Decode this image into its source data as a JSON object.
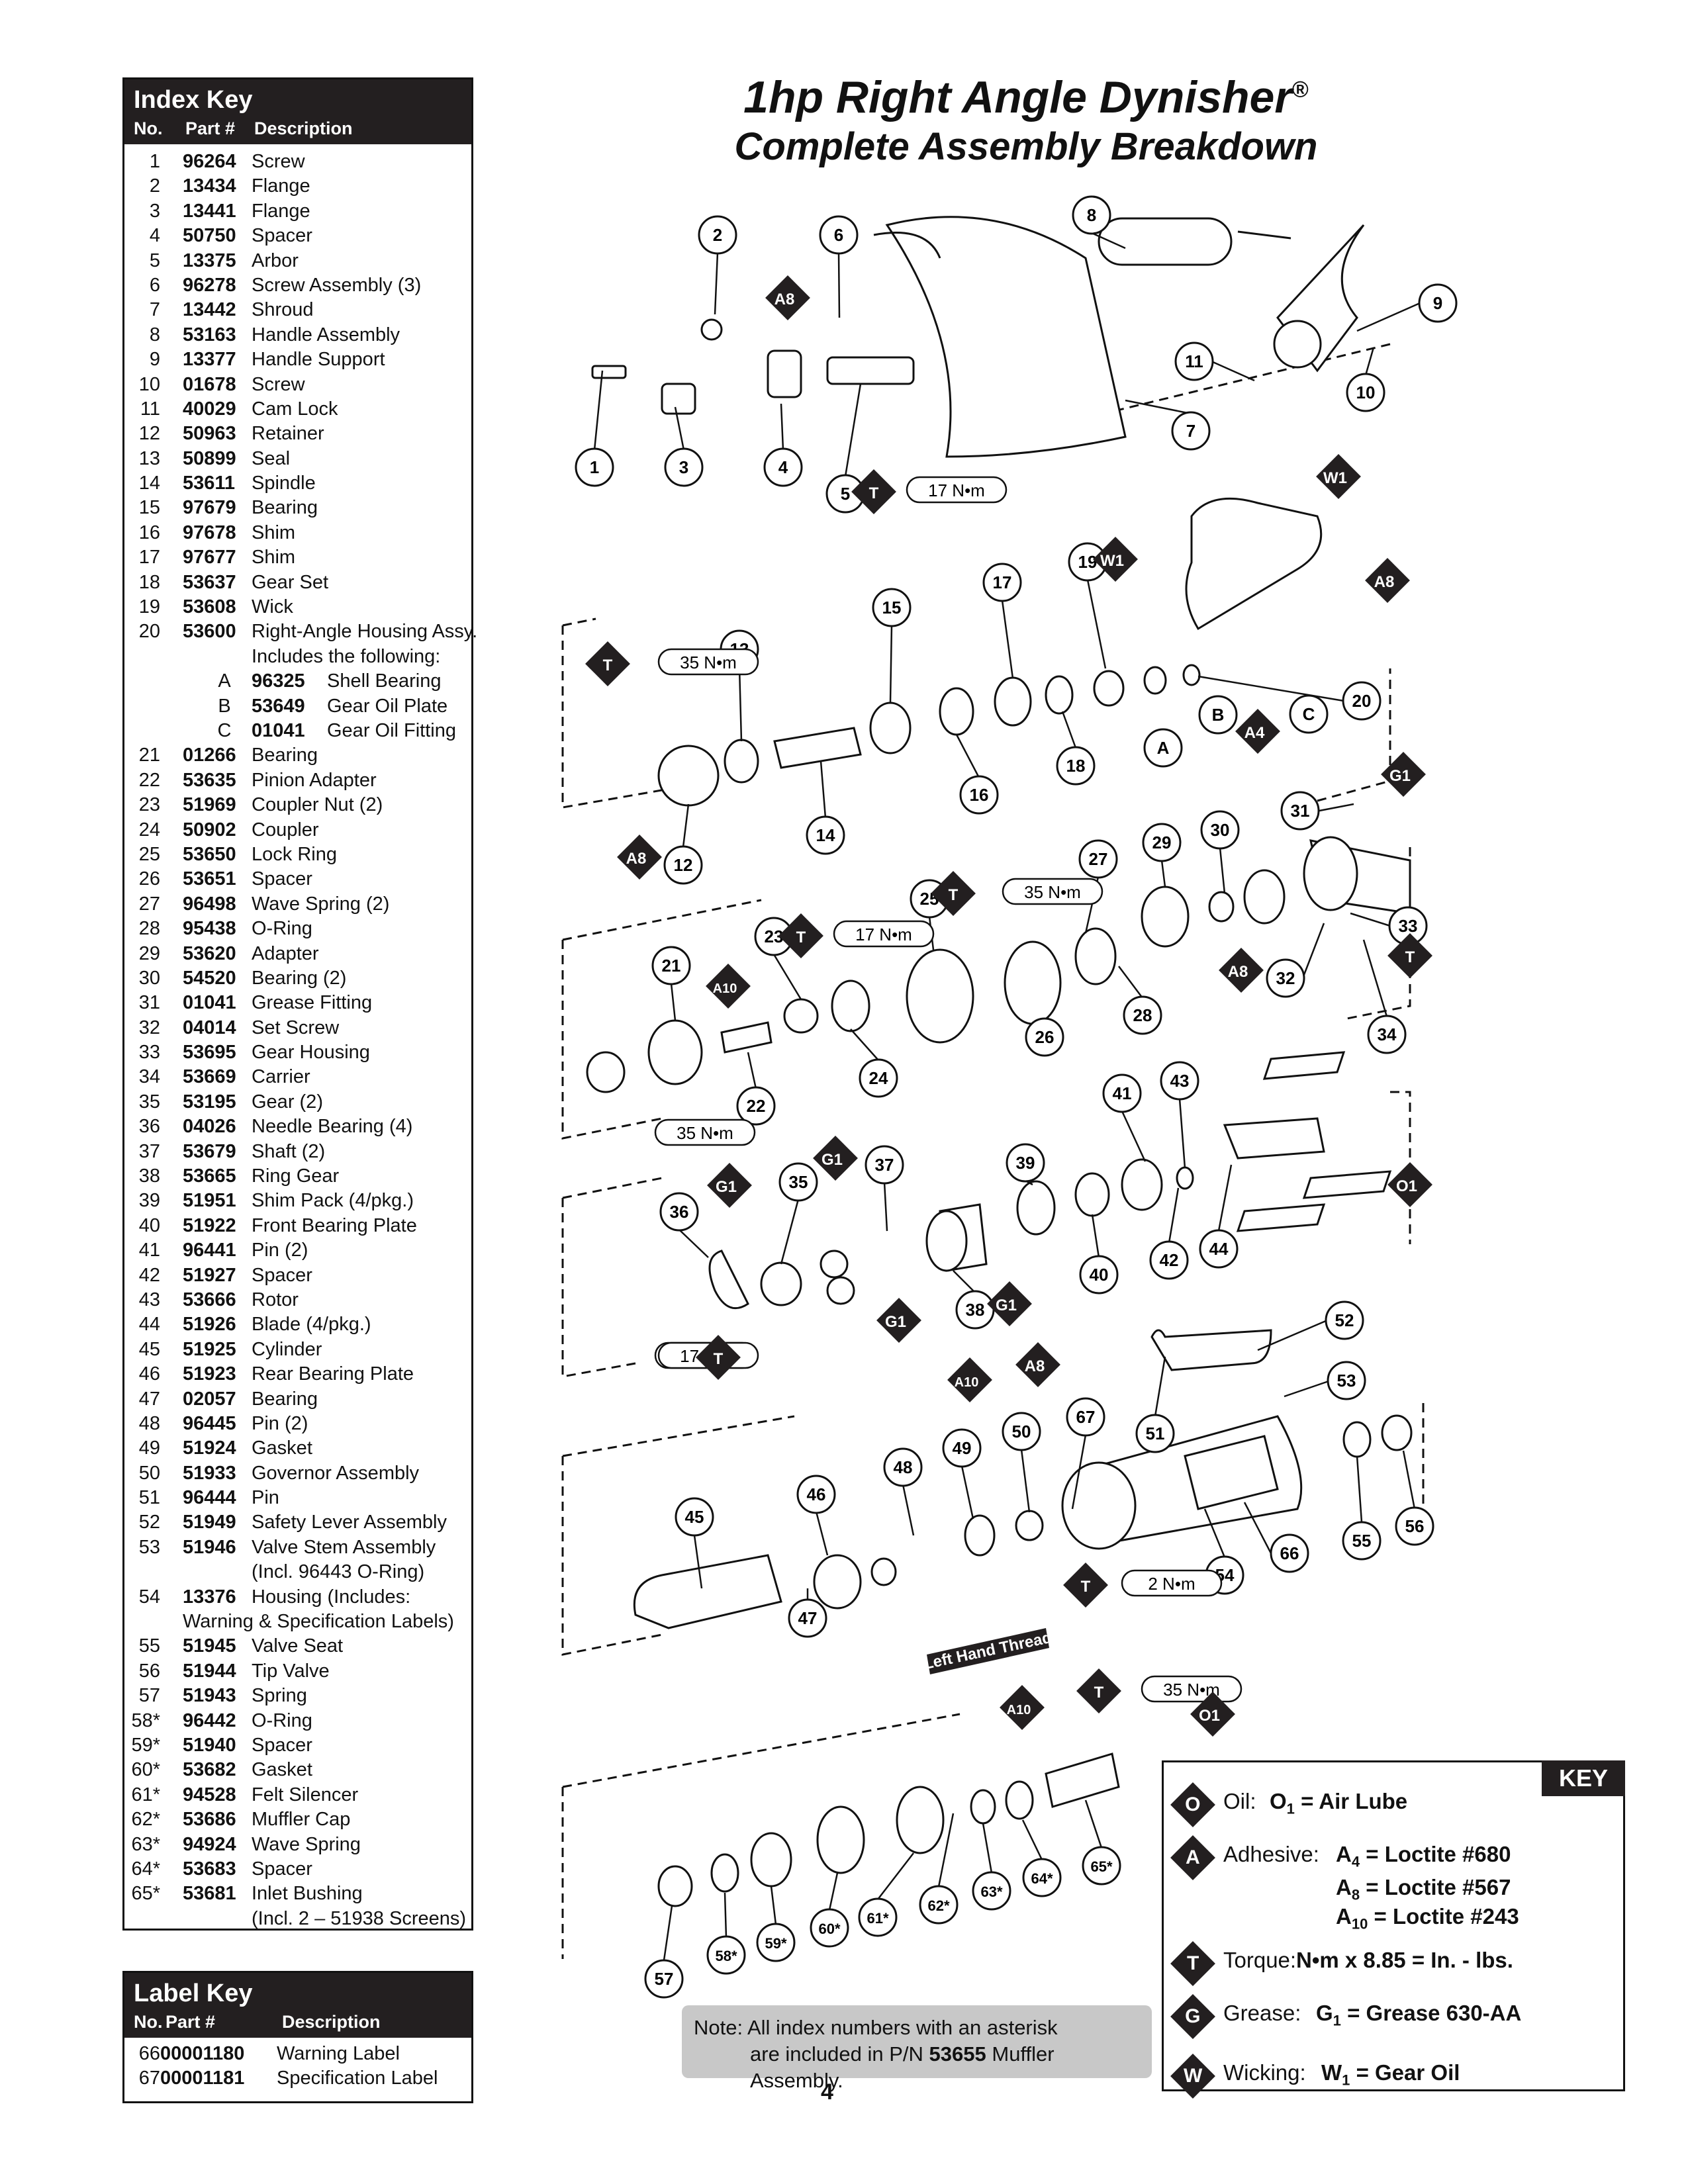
{
  "title": {
    "line1": "1hp Right Angle Dynisher",
    "registered": "®",
    "line2": "Complete Assembly Breakdown"
  },
  "index_key": {
    "title": "Index Key",
    "headers": {
      "no": "No.",
      "part": "Part #",
      "desc": "Description"
    },
    "rows": [
      {
        "no": "1",
        "part": "96264",
        "desc": "Screw"
      },
      {
        "no": "2",
        "part": "13434",
        "desc": "Flange"
      },
      {
        "no": "3",
        "part": "13441",
        "desc": "Flange"
      },
      {
        "no": "4",
        "part": "50750",
        "desc": "Spacer"
      },
      {
        "no": "5",
        "part": "13375",
        "desc": "Arbor"
      },
      {
        "no": "6",
        "part": "96278",
        "desc": "Screw Assembly (3)"
      },
      {
        "no": "7",
        "part": "13442",
        "desc": "Shroud"
      },
      {
        "no": "8",
        "part": "53163",
        "desc": "Handle Assembly"
      },
      {
        "no": "9",
        "part": "13377",
        "desc": "Handle Support"
      },
      {
        "no": "10",
        "part": "01678",
        "desc": "Screw"
      },
      {
        "no": "11",
        "part": "40029",
        "desc": "Cam Lock"
      },
      {
        "no": "12",
        "part": "50963",
        "desc": "Retainer"
      },
      {
        "no": "13",
        "part": "50899",
        "desc": "Seal"
      },
      {
        "no": "14",
        "part": "53611",
        "desc": "Spindle"
      },
      {
        "no": "15",
        "part": "97679",
        "desc": "Bearing"
      },
      {
        "no": "16",
        "part": "97678",
        "desc": "Shim"
      },
      {
        "no": "17",
        "part": "97677",
        "desc": "Shim"
      },
      {
        "no": "18",
        "part": "53637",
        "desc": "Gear Set"
      },
      {
        "no": "19",
        "part": "53608",
        "desc": "Wick"
      },
      {
        "no": "20",
        "part": "53600",
        "desc": "Right-Angle Housing Assy."
      },
      {
        "no": "",
        "part": "",
        "desc": "Includes the following:",
        "kind": "cont"
      },
      {
        "no": "A",
        "part": "96325",
        "desc": "Shell Bearing",
        "kind": "suba"
      },
      {
        "no": "B",
        "part": "53649",
        "desc": "Gear Oil Plate",
        "kind": "suba"
      },
      {
        "no": "C",
        "part": "01041",
        "desc": "Gear Oil Fitting",
        "kind": "suba"
      },
      {
        "no": "21",
        "part": "01266",
        "desc": "Bearing"
      },
      {
        "no": "22",
        "part": "53635",
        "desc": "Pinion Adapter"
      },
      {
        "no": "23",
        "part": "51969",
        "desc": "Coupler Nut (2)"
      },
      {
        "no": "24",
        "part": "50902",
        "desc": "Coupler"
      },
      {
        "no": "25",
        "part": "53650",
        "desc": "Lock Ring"
      },
      {
        "no": "26",
        "part": "53651",
        "desc": "Spacer"
      },
      {
        "no": "27",
        "part": "96498",
        "desc": "Wave Spring (2)"
      },
      {
        "no": "28",
        "part": "95438",
        "desc": "O-Ring"
      },
      {
        "no": "29",
        "part": "53620",
        "desc": "Adapter"
      },
      {
        "no": "30",
        "part": "54520",
        "desc": "Bearing (2)"
      },
      {
        "no": "31",
        "part": "01041",
        "desc": "Grease Fitting"
      },
      {
        "no": "32",
        "part": "04014",
        "desc": "Set Screw"
      },
      {
        "no": "33",
        "part": "53695",
        "desc": "Gear Housing"
      },
      {
        "no": "34",
        "part": "53669",
        "desc": "Carrier"
      },
      {
        "no": "35",
        "part": "53195",
        "desc": "Gear (2)"
      },
      {
        "no": "36",
        "part": "04026",
        "desc": "Needle Bearing (4)"
      },
      {
        "no": "37",
        "part": "53679",
        "desc": "Shaft (2)"
      },
      {
        "no": "38",
        "part": "53665",
        "desc": "Ring Gear"
      },
      {
        "no": "39",
        "part": "51951",
        "desc": "Shim Pack (4/pkg.)"
      },
      {
        "no": "40",
        "part": "51922",
        "desc": "Front Bearing Plate"
      },
      {
        "no": "41",
        "part": "96441",
        "desc": "Pin (2)"
      },
      {
        "no": "42",
        "part": "51927",
        "desc": "Spacer"
      },
      {
        "no": "43",
        "part": "53666",
        "desc": "Rotor"
      },
      {
        "no": "44",
        "part": "51926",
        "desc": "Blade (4/pkg.)"
      },
      {
        "no": "45",
        "part": "51925",
        "desc": "Cylinder"
      },
      {
        "no": "46",
        "part": "51923",
        "desc": "Rear Bearing Plate"
      },
      {
        "no": "47",
        "part": "02057",
        "desc": "Bearing"
      },
      {
        "no": "48",
        "part": "96445",
        "desc": "Pin (2)"
      },
      {
        "no": "49",
        "part": "51924",
        "desc": "Gasket"
      },
      {
        "no": "50",
        "part": "51933",
        "desc": "Governor Assembly"
      },
      {
        "no": "51",
        "part": "96444",
        "desc": "Pin"
      },
      {
        "no": "52",
        "part": "51949",
        "desc": "Safety Lever Assembly"
      },
      {
        "no": "53",
        "part": "51946",
        "desc": "Valve Stem Assembly"
      },
      {
        "no": "",
        "part": "",
        "desc": "(Incl. 96443 O-Ring)",
        "kind": "cont"
      },
      {
        "no": "54",
        "part": "13376",
        "desc": "Housing (Includes:"
      },
      {
        "no": "",
        "part": "",
        "desc": "Warning & Specification Labels)",
        "kind": "wide"
      },
      {
        "no": "55",
        "part": "51945",
        "desc": "Valve Seat"
      },
      {
        "no": "56",
        "part": "51944",
        "desc": "Tip Valve"
      },
      {
        "no": "57",
        "part": "51943",
        "desc": "Spring"
      },
      {
        "no": "58*",
        "part": "96442",
        "desc": "O-Ring"
      },
      {
        "no": "59*",
        "part": "51940",
        "desc": "Spacer"
      },
      {
        "no": "60*",
        "part": "53682",
        "desc": "Gasket"
      },
      {
        "no": "61*",
        "part": "94528",
        "desc": "Felt Silencer"
      },
      {
        "no": "62*",
        "part": "53686",
        "desc": "Muffler Cap"
      },
      {
        "no": "63*",
        "part": "94924",
        "desc": "Wave Spring"
      },
      {
        "no": "64*",
        "part": "53683",
        "desc": "Spacer"
      },
      {
        "no": "65*",
        "part": "53681",
        "desc": "Inlet Bushing"
      },
      {
        "no": "",
        "part": "",
        "desc": "(Incl. 2 – 51938 Screens)",
        "kind": "cont"
      }
    ]
  },
  "label_key": {
    "title": "Label Key",
    "headers": {
      "no": "No.",
      "part": "Part #",
      "desc": "Description"
    },
    "rows": [
      {
        "no": "66",
        "part": "00001180",
        "desc": "Warning Label"
      },
      {
        "no": "67",
        "part": "00001181",
        "desc": "Specification Label"
      }
    ]
  },
  "callouts": [
    "1",
    "2",
    "3",
    "4",
    "5",
    "6",
    "7",
    "8",
    "9",
    "10",
    "11",
    "12",
    "13",
    "14",
    "15",
    "16",
    "17",
    "18",
    "19",
    "20",
    "21",
    "22",
    "23",
    "24",
    "25",
    "26",
    "27",
    "28",
    "29",
    "30",
    "31",
    "32",
    "33",
    "34",
    "35",
    "36",
    "37",
    "38",
    "39",
    "40",
    "41",
    "42",
    "43",
    "44",
    "45",
    "46",
    "47",
    "48",
    "49",
    "50",
    "51",
    "52",
    "53",
    "54",
    "55",
    "56",
    "57",
    "58*",
    "59*",
    "60*",
    "61*",
    "62*",
    "63*",
    "64*",
    "65*",
    "66",
    "67",
    "A",
    "B",
    "C"
  ],
  "torque_labels": [
    "17 N•m",
    "35 N•m",
    "35 N•m",
    "17 N•m",
    "35 N•m",
    "17 N•m",
    "17 N•m",
    "2 N•m",
    "35 N•m"
  ],
  "markers": [
    "A8",
    "W1",
    "A8",
    "W1",
    "T",
    "A4",
    "G1",
    "A8",
    "T",
    "T",
    "A10",
    "A8",
    "T",
    "T",
    "G1",
    "G1",
    "G1",
    "G1",
    "O1",
    "T",
    "A10",
    "A8",
    "T",
    "A10",
    "T",
    "O1"
  ],
  "left_hand_thread": "Left Hand Thread",
  "note": {
    "line1": "Note: All index numbers with an asterisk",
    "line2a": "are included in P/N ",
    "pn": "53655",
    "line2b": " Muffler Assembly."
  },
  "page_number": "4",
  "key": {
    "title": "KEY",
    "rows": [
      {
        "letter": "O",
        "label": "Oil:",
        "sym": "O",
        "sub": "1",
        "value": "= Air Lube"
      },
      {
        "letter": "A",
        "label": "Adhesive:",
        "sym": "A",
        "sub": "4",
        "value": "= Loctite #680"
      },
      {
        "letter": "",
        "label": "",
        "sym": "A",
        "sub": "8",
        "value": "= Loctite #567"
      },
      {
        "letter": "",
        "label": "",
        "sym": "A",
        "sub": "10",
        "value": "= Loctite #243"
      },
      {
        "letter": "T",
        "label": "Torque:",
        "sym": "",
        "sub": "",
        "value": "N•m x 8.85 = In. - lbs."
      },
      {
        "letter": "G",
        "label": "Grease:",
        "sym": "G",
        "sub": "1",
        "value": "= Grease 630-AA"
      },
      {
        "letter": "W",
        "label": "Wicking:",
        "sym": "W",
        "sub": "1",
        "value": "= Gear Oil"
      }
    ]
  }
}
